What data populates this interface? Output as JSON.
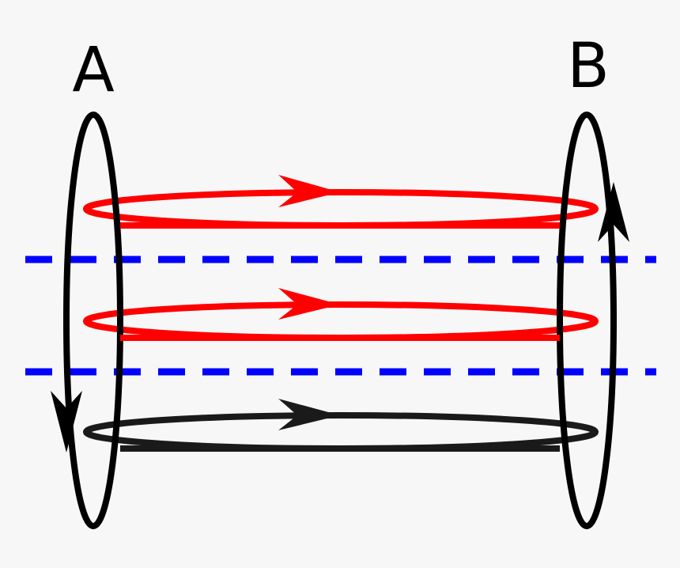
{
  "labels": {
    "a": "A",
    "b": "B"
  },
  "colors": {
    "background": "#f7f7f7",
    "loop_black": "#000000",
    "loop_red": "#ff0000",
    "loop_dark": "#1a1a1a",
    "dash_blue": "#0000ff"
  },
  "loops": [
    {
      "name": "upper-red-loop",
      "color": "#ff0000",
      "direction": "right"
    },
    {
      "name": "middle-red-loop",
      "color": "#ff0000",
      "direction": "right"
    },
    {
      "name": "lower-black-loop",
      "color": "#1a1a1a",
      "direction": "right"
    }
  ],
  "ring_a_direction": "down",
  "ring_b_direction": "up"
}
